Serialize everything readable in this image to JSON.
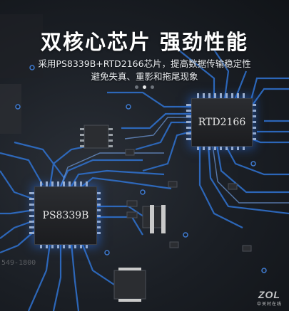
{
  "header": {
    "title": "双核心芯片 强劲性能",
    "subtitle_line1": "采用PS8339B+RTD2166芯片，提高数据传输稳定性",
    "subtitle_line2": "避免失真、重影和拖尾现象"
  },
  "carousel": {
    "count": 3,
    "active_index": 1
  },
  "chips": {
    "rtd_label": "RTD2166",
    "ps_label": "PS8339B"
  },
  "board": {
    "silk_text": "549-1800"
  },
  "watermark": {
    "logo": "ZOL",
    "tagline": "中关村在线"
  },
  "colors": {
    "background": "#1a1e24",
    "trace": "#2f6fc9",
    "trace_highlight": "#7fb2ff",
    "chip_glow": "#2878ff",
    "text": "#ffffff"
  }
}
